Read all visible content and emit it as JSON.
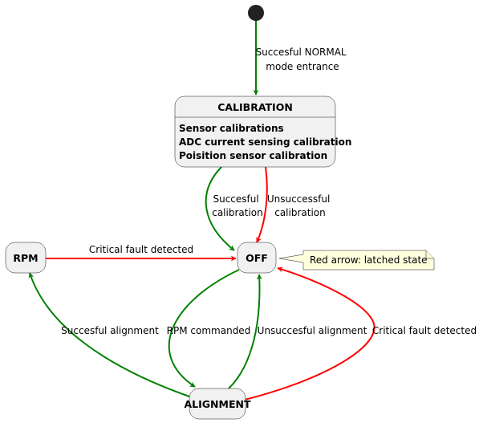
{
  "colors": {
    "ok": "#008000",
    "fault": "#ff0000",
    "state_fill": "#f1f1f1",
    "state_border": "#181818",
    "note_fill": "#feffdd",
    "note_border": "#181818",
    "start": "#222222"
  },
  "states": {
    "calibration": {
      "title": "CALIBRATION",
      "lines": [
        "Sensor calibrations",
        "ADC current sensing calibration",
        "Poisition sensor calibration"
      ]
    },
    "off": {
      "title": "OFF"
    },
    "rpm": {
      "title": "RPM"
    },
    "alignment": {
      "title": "ALIGNMENT"
    }
  },
  "transitions": {
    "start_to_calibration": {
      "label": [
        "Succesful NORMAL",
        "mode entrance"
      ],
      "color": "#008000"
    },
    "calibration_to_off_ok": {
      "label": [
        "Succesful",
        "calibration"
      ],
      "color": "#008000"
    },
    "calibration_to_off_fail": {
      "label": [
        "Unsuccessful",
        "calibration"
      ],
      "color": "#ff0000"
    },
    "rpm_to_off": {
      "label": [
        "Critical fault detected"
      ],
      "color": "#ff0000"
    },
    "off_to_alignment": {
      "label": [
        "RPM commanded"
      ],
      "color": "#008000"
    },
    "alignment_to_off_fail": {
      "label": [
        "Unsuccesful alignment"
      ],
      "color": "#008000"
    },
    "alignment_to_rpm": {
      "label": [
        "Succesful alignment"
      ],
      "color": "#008000"
    },
    "alignment_to_off_fault": {
      "label": [
        "Critical fault detected"
      ],
      "color": "#ff0000"
    }
  },
  "note": {
    "text": "Red arrow: latched state"
  }
}
